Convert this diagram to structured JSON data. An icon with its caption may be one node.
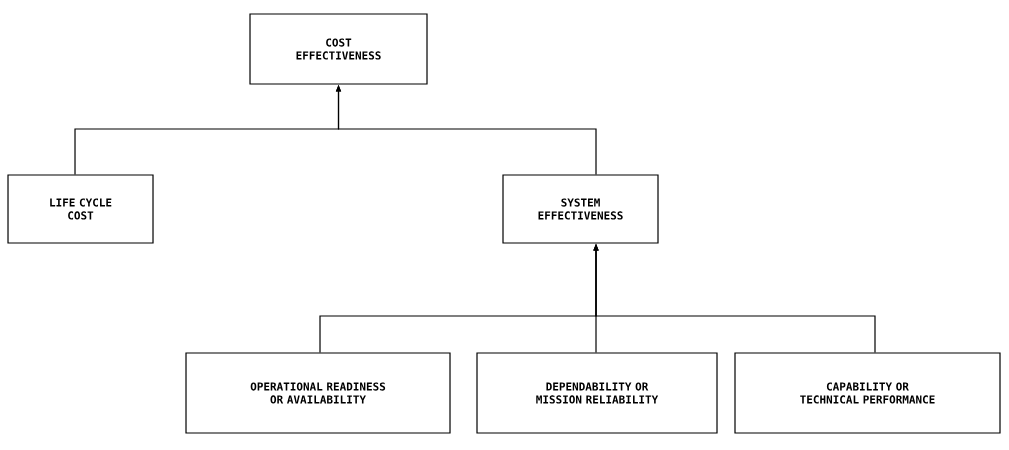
{
  "diagram": {
    "nodes": [
      {
        "text": [
          "COST EFFECTIVENESS"
        ]
      },
      {
        "text": [
          "LIFE CYCLE COST"
        ]
      },
      {
        "text": [
          "SYSTEM EFFECTIVENESS"
        ]
      },
      {
        "text": [
          "OPERATIONAL READINESS OR AVAILABILITY"
        ]
      },
      {
        "text": [
          "DEPENDABILITY OR MISSION RELIABILITY"
        ]
      },
      {
        "text": [
          "CAPABILITY OR TECHNICAL PERFORMANCE"
        ]
      }
    ],
    "edges": [
      {
        "from": 1,
        "to": 0,
        "arrow": "to"
      },
      {
        "from": 2,
        "to": 0,
        "arrow": "to"
      },
      {
        "from": 3,
        "to": 2,
        "arrow": "to"
      },
      {
        "from": 4,
        "to": 2,
        "arrow": "to"
      },
      {
        "from": 5,
        "to": 2,
        "arrow": "to"
      }
    ]
  }
}
